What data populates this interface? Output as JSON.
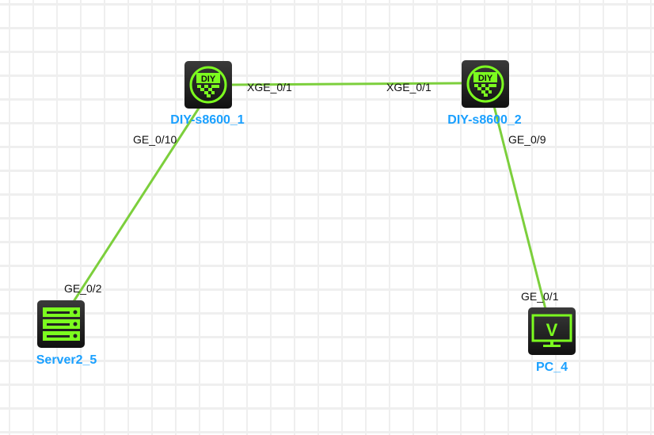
{
  "colors": {
    "link": "#7ccf3c",
    "icon": "#7cfc1f",
    "label": "#1aa0ff"
  },
  "nodes": {
    "s1": {
      "name": "DIY-s8600_1",
      "icon": "switch-icon",
      "badge": "DIY"
    },
    "s2": {
      "name": "DIY-s8600_2",
      "icon": "switch-icon",
      "badge": "DIY"
    },
    "server": {
      "name": "Server2_5",
      "icon": "server-icon"
    },
    "pc": {
      "name": "PC_4",
      "icon": "monitor-icon",
      "badge": "V"
    }
  },
  "links": [
    {
      "from": "DIY-s8600_1",
      "from_port": "XGE_0/1",
      "to": "DIY-s8600_2",
      "to_port": "XGE_0/1"
    },
    {
      "from": "DIY-s8600_1",
      "from_port": "GE_0/10",
      "to": "Server2_5",
      "to_port": "GE_0/2"
    },
    {
      "from": "DIY-s8600_2",
      "from_port": "GE_0/9",
      "to": "PC_4",
      "to_port": "GE_0/1"
    }
  ]
}
